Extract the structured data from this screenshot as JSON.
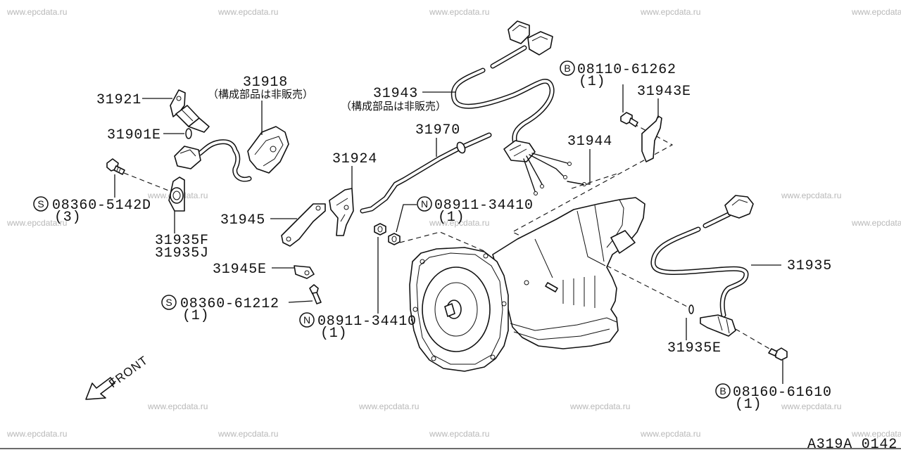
{
  "watermark": "www.epcdata.ru",
  "diagram_id": "A319A 0142",
  "front_label": "FRONT",
  "parts": {
    "p31918": {
      "number": "31918",
      "note": "（構成部品は非販売）"
    },
    "p31921": {
      "number": "31921"
    },
    "p31901E": {
      "number": "31901E"
    },
    "p31943": {
      "number": "31943",
      "note": "（構成部品は非販売）"
    },
    "p31943E": {
      "number": "31943E"
    },
    "p31970": {
      "number": "31970"
    },
    "p31944": {
      "number": "31944"
    },
    "p31924": {
      "number": "31924"
    },
    "p31945": {
      "number": "31945"
    },
    "p31935F": {
      "number": "31935F"
    },
    "p31935J": {
      "number": "31935J"
    },
    "p31945E": {
      "number": "31945E"
    },
    "p31935": {
      "number": "31935"
    },
    "p31935E": {
      "number": "31935E"
    }
  },
  "fasteners": {
    "bolt_08110_61262": {
      "prefix": "B",
      "number": "08110-61262",
      "qty": "(1)"
    },
    "nut_08911_34410_a": {
      "prefix": "N",
      "number": "08911-34410",
      "qty": "(1)"
    },
    "screw_08360_5142D": {
      "prefix": "S",
      "number": "08360-5142D",
      "qty": "(3)"
    },
    "screw_08360_61212": {
      "prefix": "S",
      "number": "08360-61212",
      "qty": "(1)"
    },
    "nut_08911_34410_b": {
      "prefix": "N",
      "number": "08911-34410",
      "qty": "(1)"
    },
    "bolt_08160_61610": {
      "prefix": "B",
      "number": "08160-61610",
      "qty": "(1)"
    }
  }
}
